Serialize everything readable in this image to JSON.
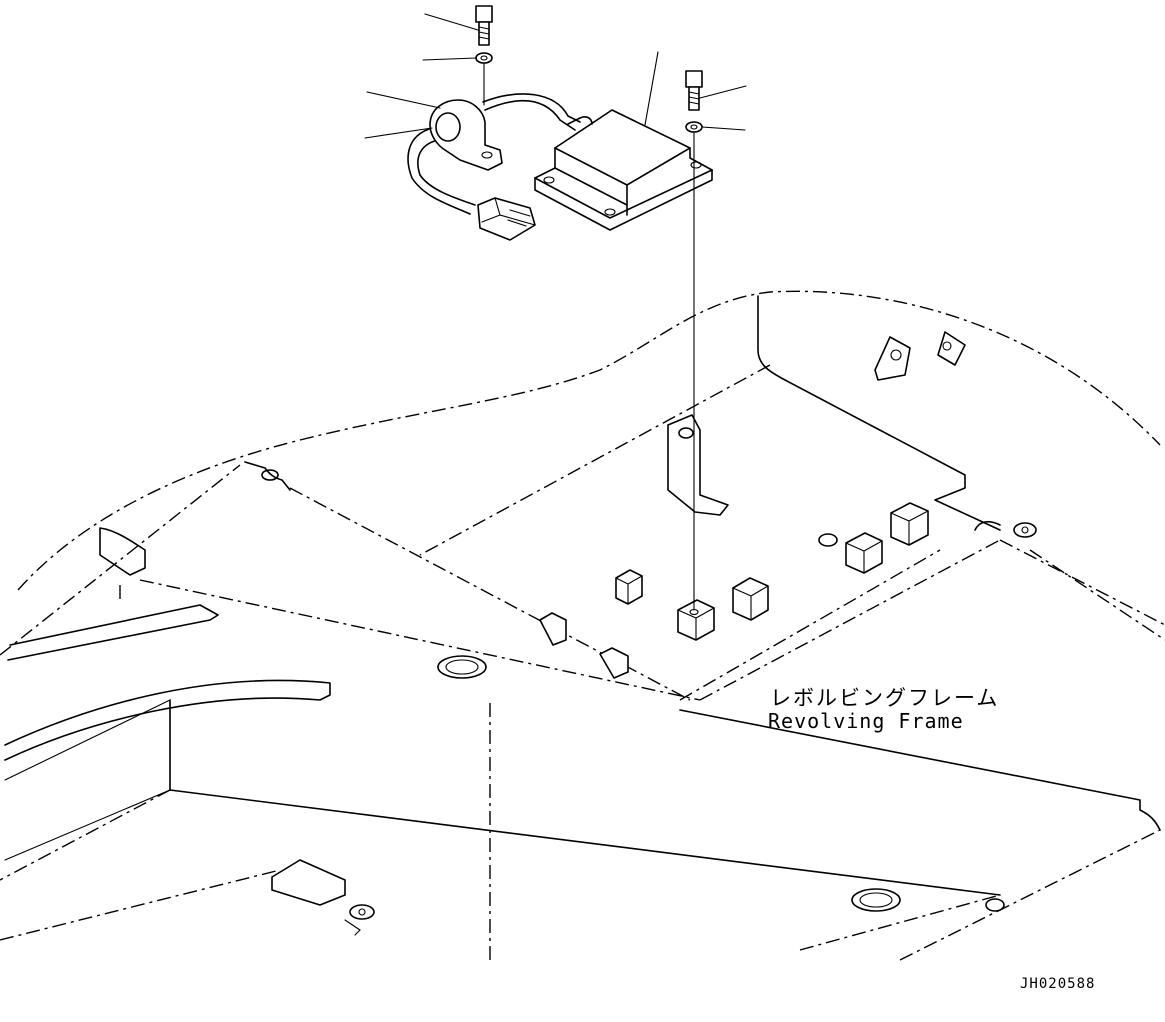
{
  "figure": {
    "frame_label_jp": "レボルビングフレーム",
    "frame_label_en": "Revolving Frame",
    "drawing_number": "JH020588"
  },
  "icons": [
    "bolt-icon",
    "washer-icon",
    "clamp-icon",
    "connector-icon",
    "controller-box-icon"
  ]
}
